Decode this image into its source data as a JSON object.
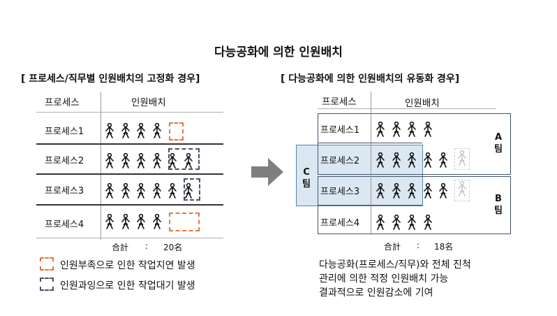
{
  "title": "다능공화에 의한 인원배치",
  "left": {
    "subtitle": "[ 프로세스/직무별 인원배치의 고정화 경우]",
    "col_process": "프로세스",
    "col_staff": "인원배치",
    "rows": [
      {
        "label": "프로세스1",
        "workers": 4
      },
      {
        "label": "프로세스2",
        "workers": 6
      },
      {
        "label": "프로세스3",
        "workers": 6
      },
      {
        "label": "프로세스4",
        "workers": 4
      }
    ],
    "total_label": "合計",
    "total_sep": ":",
    "total_value": "20名"
  },
  "right": {
    "subtitle": "[ 다능공화에 의한 인원배치의 유동화 경우]",
    "col_process": "프로세스",
    "col_staff": "인원배치",
    "rows": [
      {
        "label": "프로세스1",
        "workers": 4
      },
      {
        "label": "프로세스2",
        "workers": 5
      },
      {
        "label": "프로세스3",
        "workers": 5
      },
      {
        "label": "프로세스4",
        "workers": 4
      }
    ],
    "team_a": "A\n팀",
    "team_b": "B\n팀",
    "team_c": "C\n팀",
    "total_label": "合計",
    "total_sep": ":",
    "total_value": "18名"
  },
  "legend": {
    "shortage": "인원부족으로 인한 작업지연 발생",
    "excess": "인원과잉으로 인한 작업대기 발생"
  },
  "note": {
    "line1": "다능공화(프로세스/직무)와 전체 진척",
    "line2": "관리에 의한 적정 인원배치 가능",
    "line3": "결과적으로 인원감소에 기여"
  },
  "colors": {
    "shortage": "#e07b39",
    "excess": "#44546a",
    "team_fill": "#dbe7f3",
    "team_border": "#5b7fa8",
    "arrow": "#7f7f7f"
  }
}
